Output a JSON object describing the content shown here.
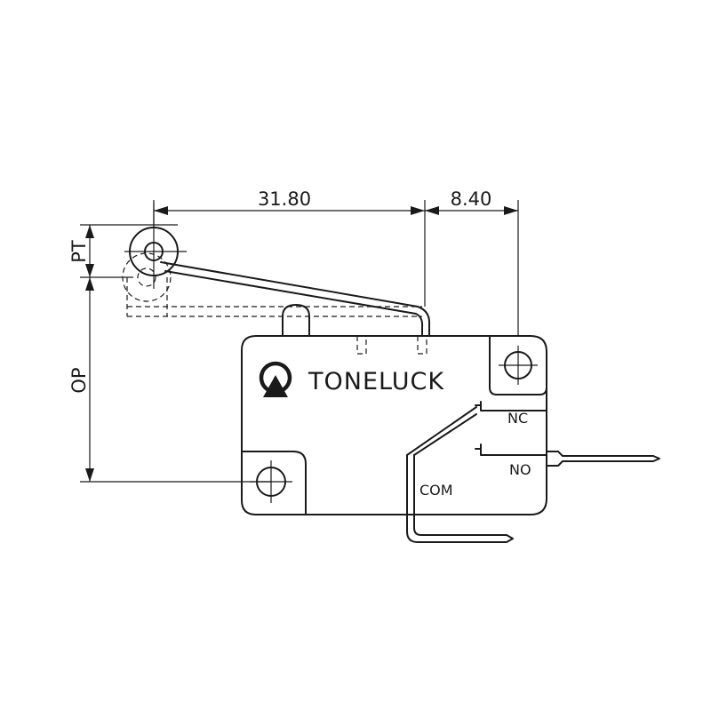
{
  "dimensions": {
    "lever_length": "31.80",
    "offset": "8.40",
    "pretravel": "PT",
    "operating_position": "OP"
  },
  "brand": {
    "name": "TONELUCK"
  },
  "terminals": {
    "nc": "NC",
    "no": "NO",
    "com": "COM"
  }
}
